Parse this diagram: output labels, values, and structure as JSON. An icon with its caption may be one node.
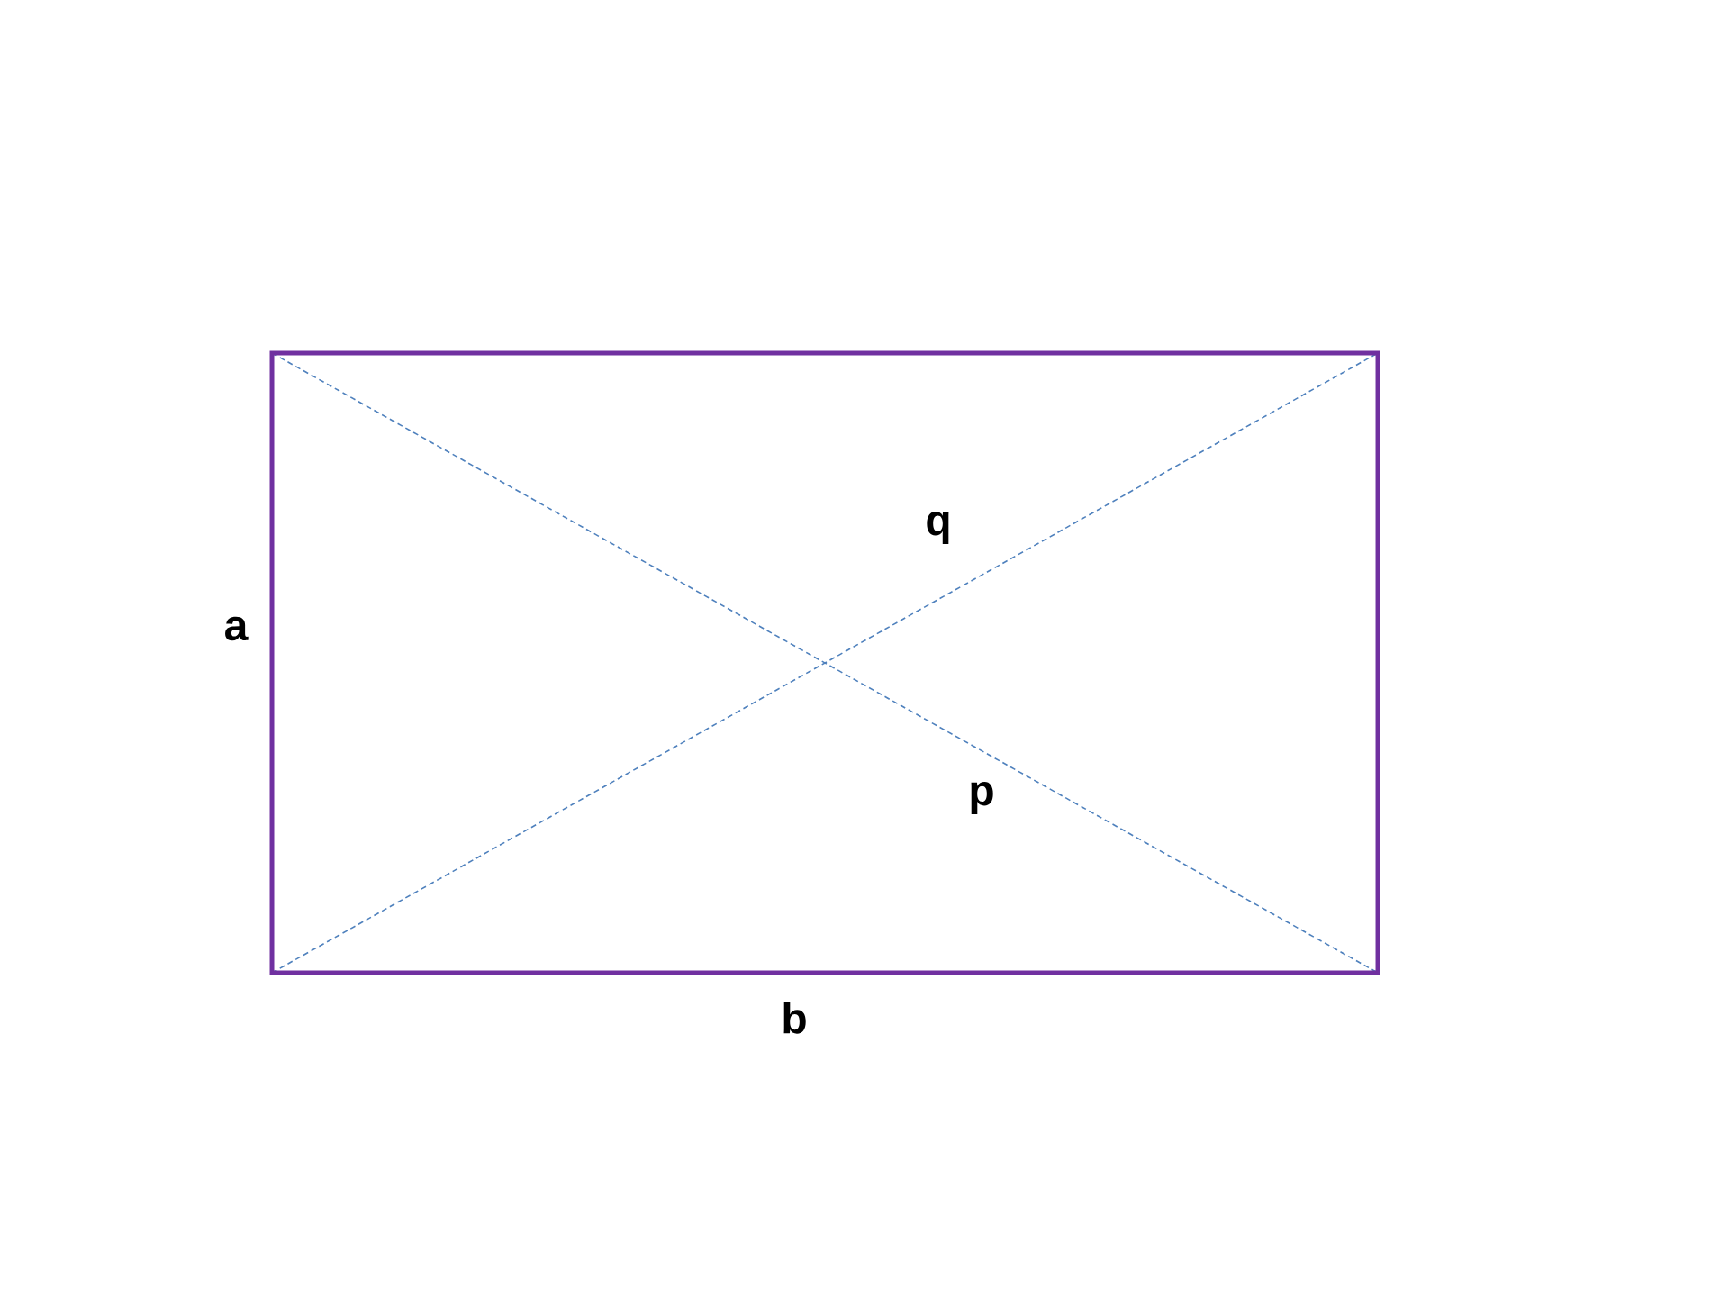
{
  "diagram": {
    "labels": [
      "q",
      "a",
      "p",
      "b"
    ]
  }
}
